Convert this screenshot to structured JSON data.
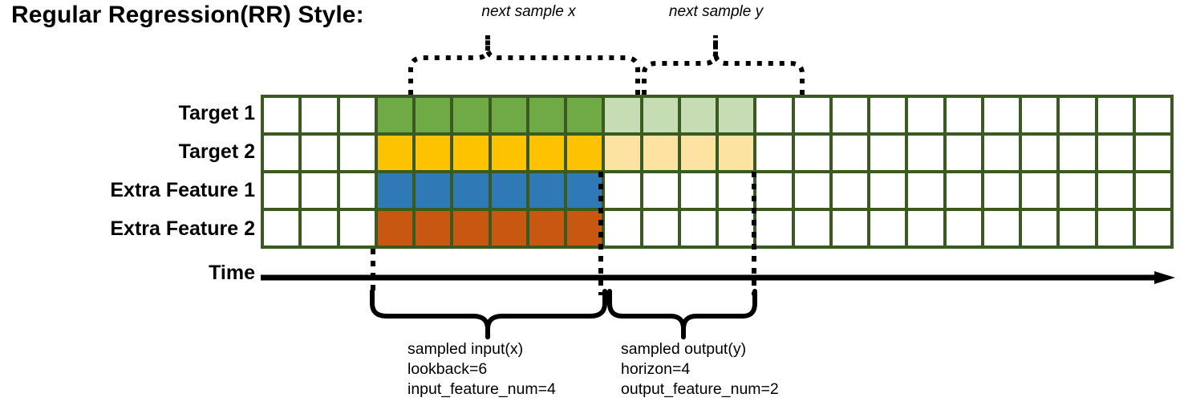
{
  "title": "Regular Regression(RR) Style:",
  "annotations": {
    "next_sample_x": "next sample x",
    "next_sample_y": "next sample y"
  },
  "rows": [
    {
      "label": "Target 1",
      "key": "target-1"
    },
    {
      "label": "Target 2",
      "key": "target-2"
    },
    {
      "label": "Extra Feature 1",
      "key": "extra-feature-1"
    },
    {
      "label": "Extra Feature 2",
      "key": "extra-feature-2"
    }
  ],
  "axis": {
    "label": "Time"
  },
  "grid": {
    "columns": 24,
    "rows": 4,
    "border_color": "#3a5a22",
    "input_start_col": 3,
    "input_len": 6,
    "output_start_col": 9,
    "output_len": 4,
    "cell_colors": {
      "empty": "#ffffff",
      "target1_input": "#6faa47",
      "target1_output": "#c6ddb4",
      "target2_input": "#fdc300",
      "target2_output": "#fce3a2",
      "extra1_input": "#2f79b7",
      "extra2_input": "#c75711"
    },
    "matrix": [
      [
        "empty",
        "empty",
        "empty",
        "target1_input",
        "target1_input",
        "target1_input",
        "target1_input",
        "target1_input",
        "target1_input",
        "target1_output",
        "target1_output",
        "target1_output",
        "target1_output",
        "empty",
        "empty",
        "empty",
        "empty",
        "empty",
        "empty",
        "empty",
        "empty",
        "empty",
        "empty",
        "empty"
      ],
      [
        "empty",
        "empty",
        "empty",
        "target2_input",
        "target2_input",
        "target2_input",
        "target2_input",
        "target2_input",
        "target2_input",
        "target2_output",
        "target2_output",
        "target2_output",
        "target2_output",
        "empty",
        "empty",
        "empty",
        "empty",
        "empty",
        "empty",
        "empty",
        "empty",
        "empty",
        "empty",
        "empty"
      ],
      [
        "empty",
        "empty",
        "empty",
        "extra1_input",
        "extra1_input",
        "extra1_input",
        "extra1_input",
        "extra1_input",
        "extra1_input",
        "empty",
        "empty",
        "empty",
        "empty",
        "empty",
        "empty",
        "empty",
        "empty",
        "empty",
        "empty",
        "empty",
        "empty",
        "empty",
        "empty",
        "empty"
      ],
      [
        "empty",
        "empty",
        "empty",
        "extra2_input",
        "extra2_input",
        "extra2_input",
        "extra2_input",
        "extra2_input",
        "extra2_input",
        "empty",
        "empty",
        "empty",
        "empty",
        "empty",
        "empty",
        "empty",
        "empty",
        "empty",
        "empty",
        "empty",
        "empty",
        "empty",
        "empty",
        "empty"
      ]
    ]
  },
  "captions": {
    "input": {
      "line1": "sampled input(x)",
      "line2": "lookback=6",
      "line3": "input_feature_num=4"
    },
    "output": {
      "line1": "sampled output(y)",
      "line2": "horizon=4",
      "line3": "output_feature_num=2"
    }
  }
}
